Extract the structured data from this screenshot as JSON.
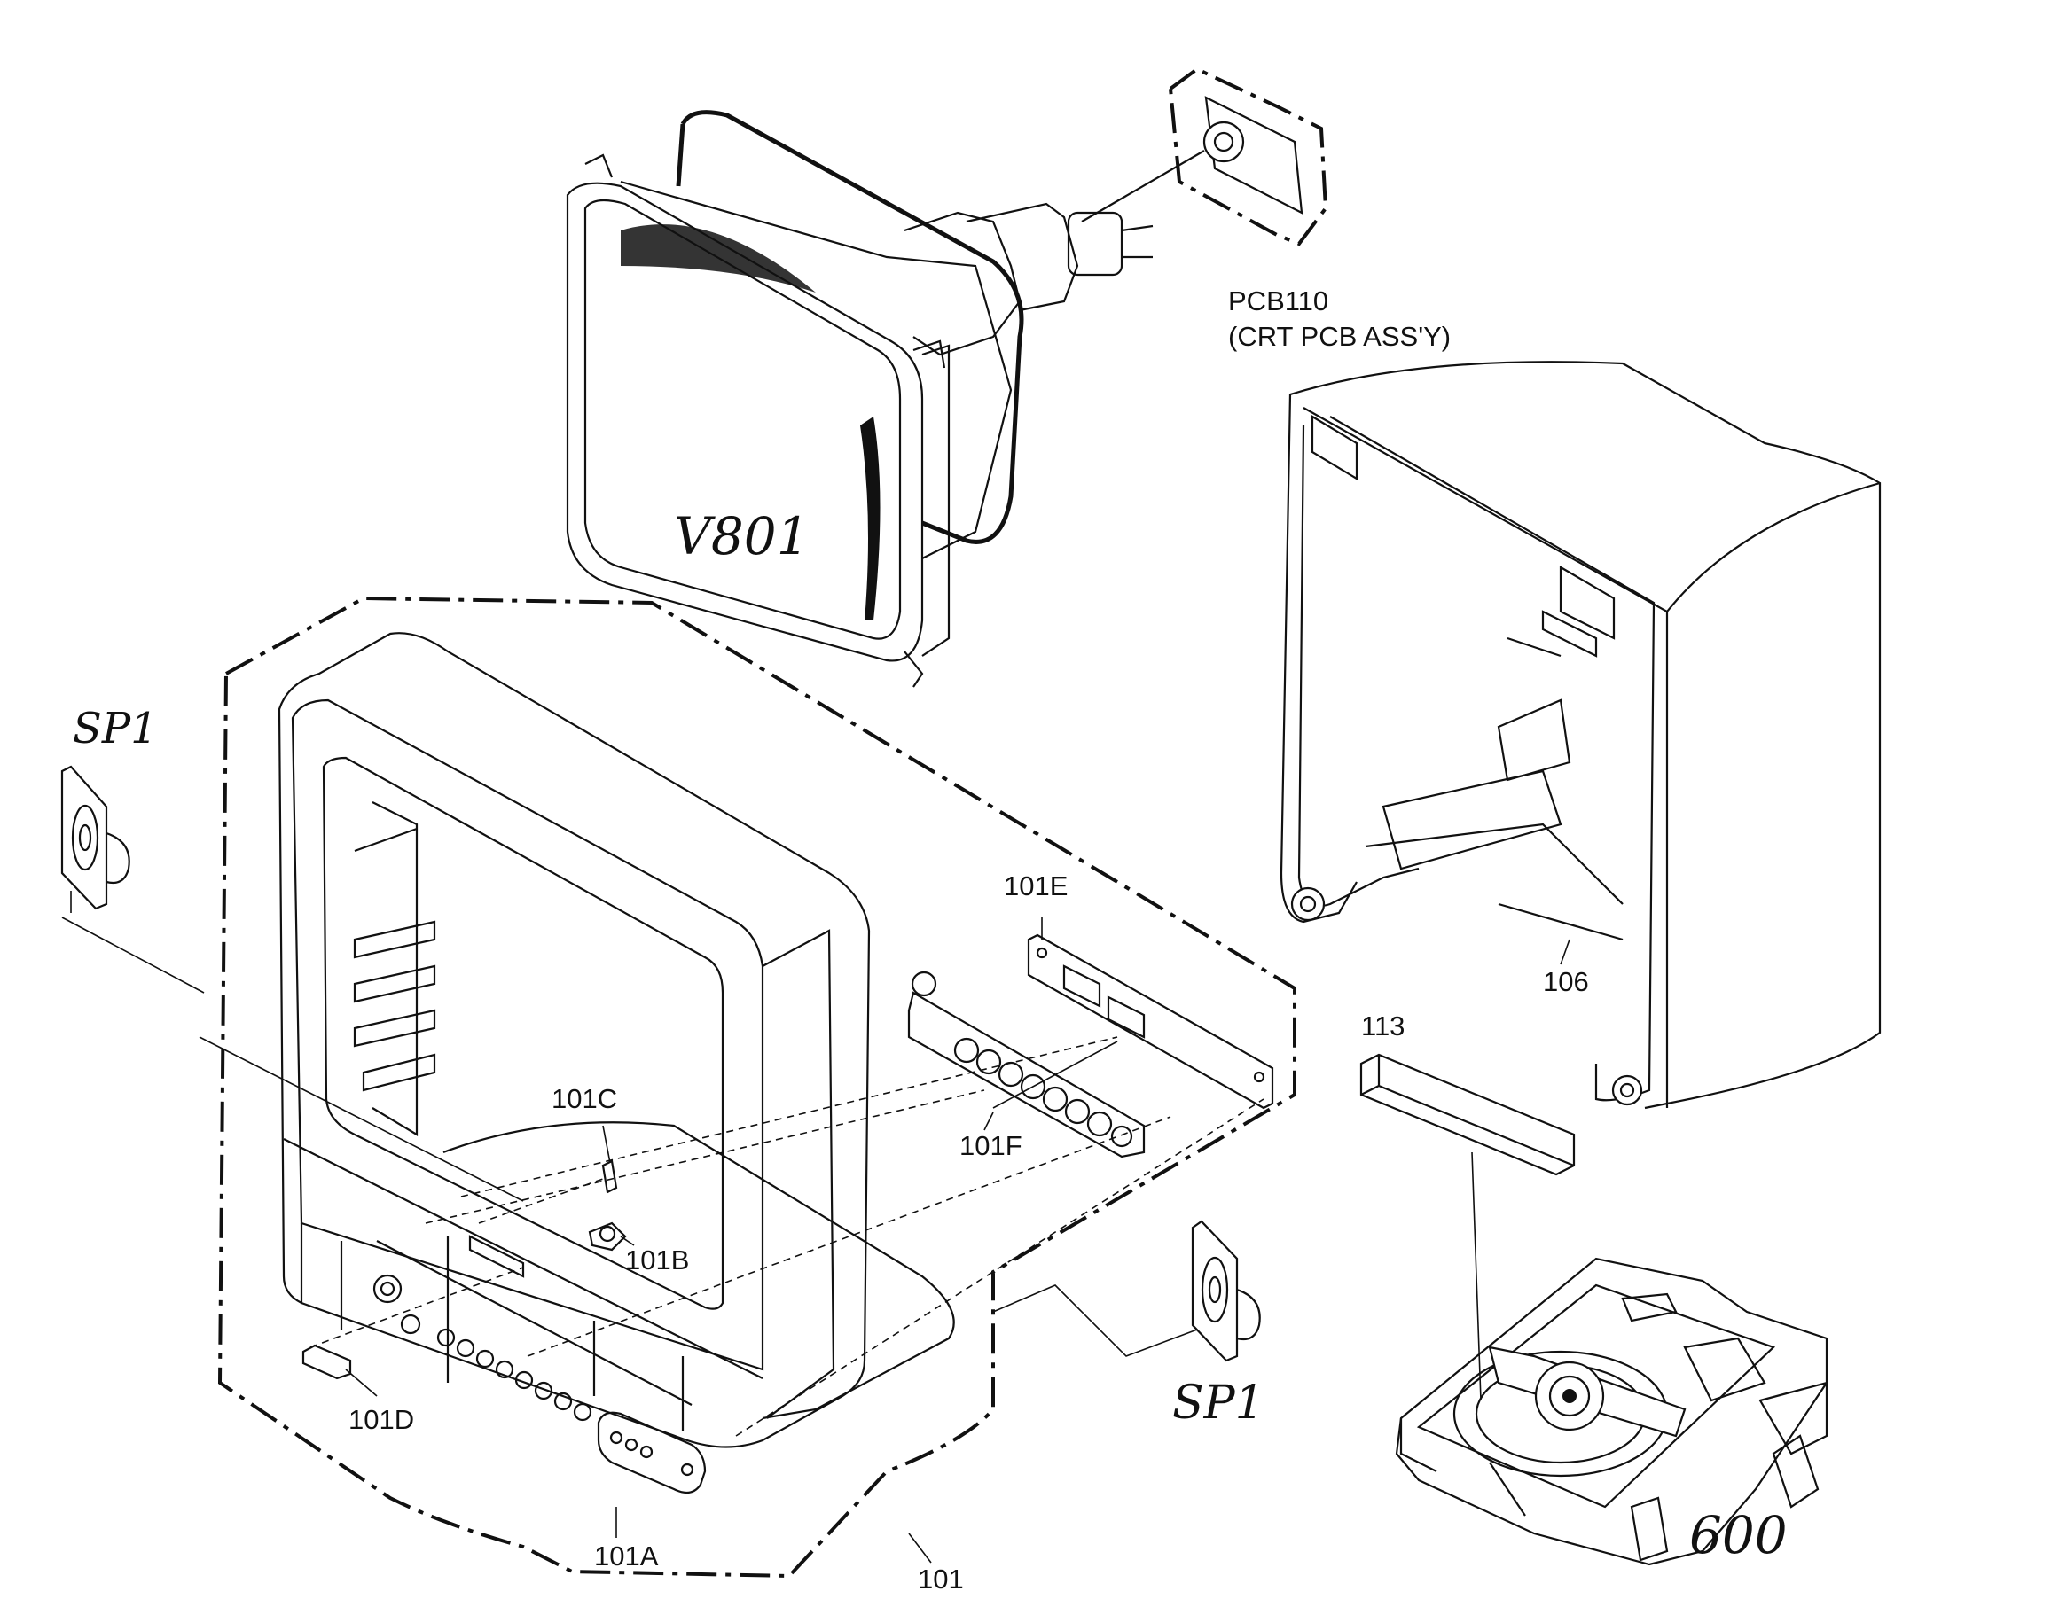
{
  "labels": {
    "pcb110": "PCB110",
    "crt_pcb": "(CRT PCB ASS'Y)",
    "v801": "V801",
    "sp1_left": "SP1",
    "sp1_right": "SP1",
    "p101e": "101E",
    "p101f": "101F",
    "p101c": "101C",
    "p101b": "101B",
    "p101d": "101D",
    "p101a": "101A",
    "p101": "101",
    "p106": "106",
    "p113": "113",
    "p600": "600"
  }
}
